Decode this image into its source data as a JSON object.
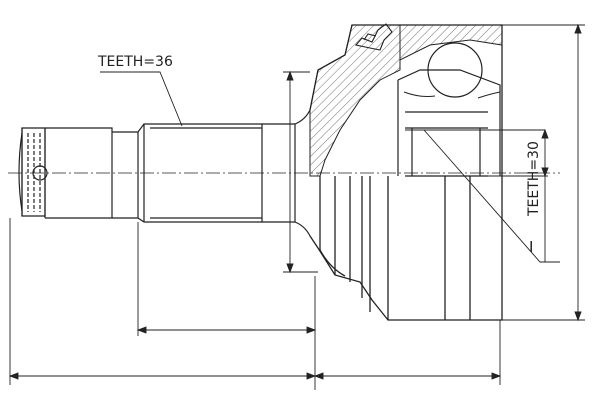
{
  "labels": {
    "teeth_outer": "TEETH=36",
    "teeth_inner": "TEETH=30",
    "callout_i": "I"
  },
  "colors": {
    "ink": "#222222",
    "hatch": "#555555",
    "background": "#ffffff"
  }
}
